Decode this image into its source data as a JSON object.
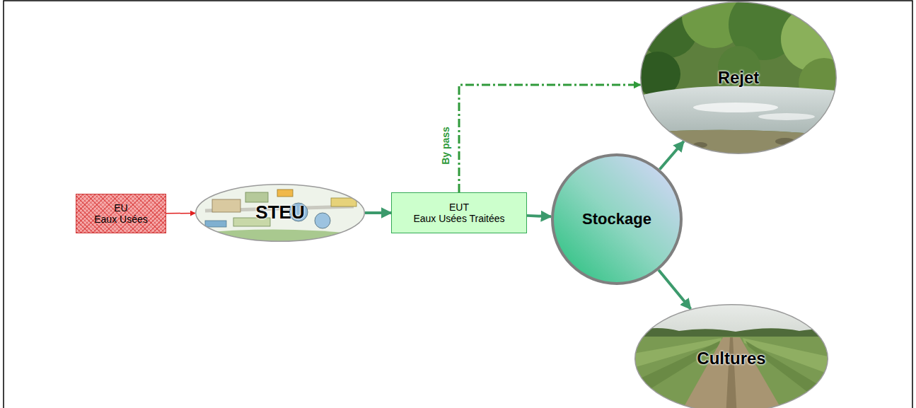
{
  "diagram": {
    "nodes": [
      {
        "text": [
          "EU",
          "Eaux Usées"
        ]
      },
      {
        "text": [
          "STEU"
        ]
      },
      {
        "text": [
          "EUT",
          "Eaux Usées Traitées"
        ]
      },
      {
        "text": [
          "Stockage"
        ]
      },
      {
        "text": [
          "Rejet"
        ]
      },
      {
        "text": [
          "Cultures"
        ]
      }
    ],
    "edges": [
      {
        "from": 0,
        "to": 1,
        "arrow": "to"
      },
      {
        "from": 1,
        "to": 2,
        "arrow": "to"
      },
      {
        "from": 2,
        "to": 3,
        "arrow": "to"
      },
      {
        "from": 2,
        "to": 4,
        "arrow": "to",
        "label": "By pass"
      },
      {
        "from": 3,
        "to": 4,
        "arrow": "to"
      },
      {
        "from": 3,
        "to": 5,
        "arrow": "to"
      }
    ]
  }
}
